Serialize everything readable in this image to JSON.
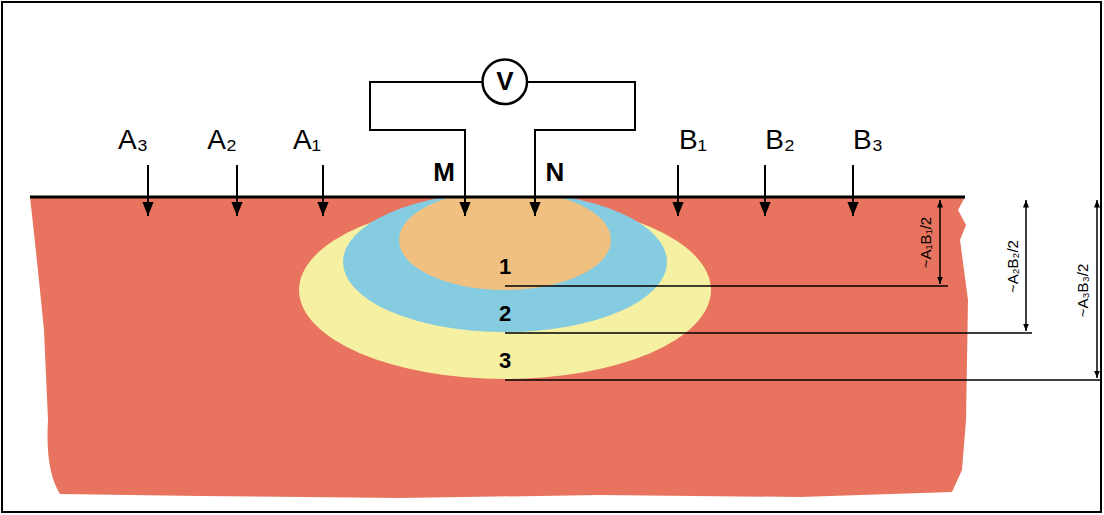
{
  "diagram": {
    "nodes": [
      {
        "text": [
          "V"
        ]
      }
    ],
    "labels": [
      "A₃",
      "A₂",
      "A₁",
      "M",
      "N",
      "B₁",
      "B₂",
      "B₃",
      "1",
      "2",
      "3",
      "~A₁B₁/2",
      "~A₂B₂/2",
      "~A₃B₃/2"
    ]
  }
}
